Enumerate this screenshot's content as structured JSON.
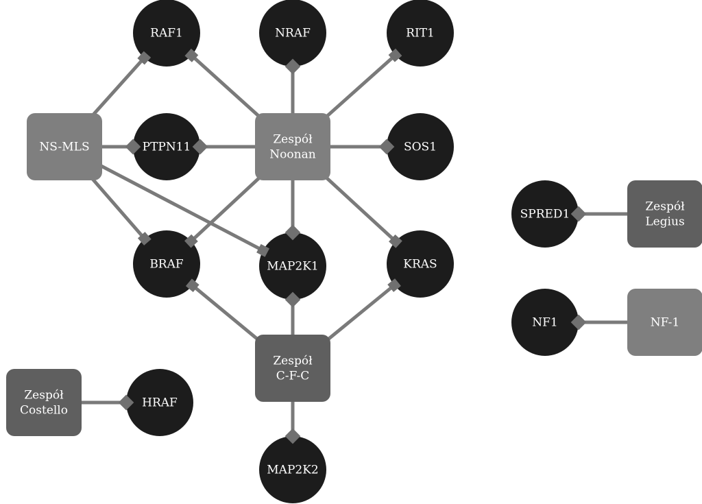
{
  "colors": {
    "gene_fill": "#1c1c1c",
    "syndrome_light": "#7f7f7f",
    "syndrome_dark": "#5f5f5f",
    "edge": "#7a7a7a",
    "marker": "#707070"
  },
  "genes": {
    "raf1": "RAF1",
    "nraf": "NRAF",
    "rit1": "RIT1",
    "ptpn11": "PTPN11",
    "sos1": "SOS1",
    "braf": "BRAF",
    "map2k1": "MAP2K1",
    "kras": "KRAS",
    "hraf": "HRAF",
    "map2k2": "MAP2K2",
    "spred1": "SPRED1",
    "nf1": "NF1"
  },
  "syndromes": {
    "nsmls": [
      "NS-MLS"
    ],
    "noonan": [
      "Zespół",
      "Noonan"
    ],
    "cfc": [
      "Zespół",
      "C-F-C"
    ],
    "costello": [
      "Zespół",
      "Costello"
    ],
    "legius": [
      "Zespół",
      "Legius"
    ],
    "nf1": [
      "NF-1"
    ]
  }
}
